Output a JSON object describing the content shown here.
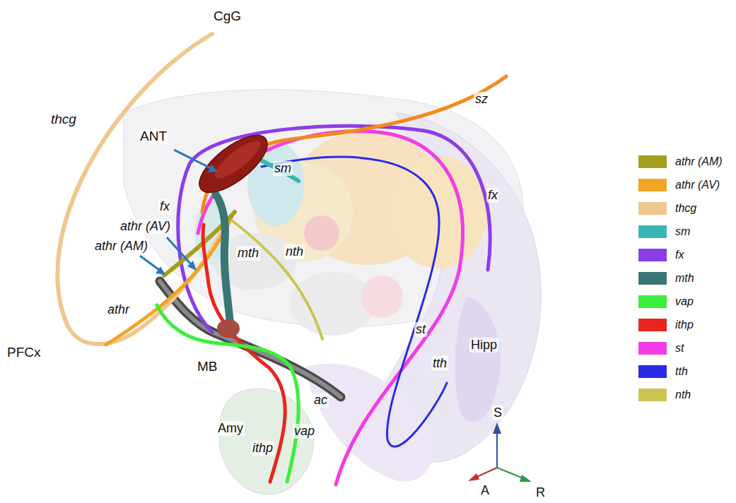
{
  "diagram": {
    "labels": [
      "CgG",
      "thcg",
      "sz",
      "ANT",
      "sm",
      "fx",
      "fx",
      "athr (AV)",
      "athr (AM)",
      "athr",
      "mth",
      "nth",
      "PFCx",
      "MB",
      "ac",
      "st",
      "Hipp",
      "tth",
      "Amy",
      "ithp",
      "vap",
      "S",
      "A",
      "R"
    ],
    "legend": [
      {
        "text": "athr (AM)",
        "color": "#a3a01e"
      },
      {
        "text": "athr (AV)",
        "color": "#f2a424"
      },
      {
        "text": "thcg",
        "color": "#efc78e"
      },
      {
        "text": "sm",
        "color": "#3cb5b5"
      },
      {
        "text": "fx",
        "color": "#8b3de6"
      },
      {
        "text": "mth",
        "color": "#3b7676"
      },
      {
        "text": "vap",
        "color": "#3bef3b"
      },
      {
        "text": "ithp",
        "color": "#e8261f"
      },
      {
        "text": "st",
        "color": "#f23ce6"
      },
      {
        "text": "tth",
        "color": "#2b2be6"
      },
      {
        "text": "nth",
        "color": "#ccc452"
      }
    ]
  }
}
